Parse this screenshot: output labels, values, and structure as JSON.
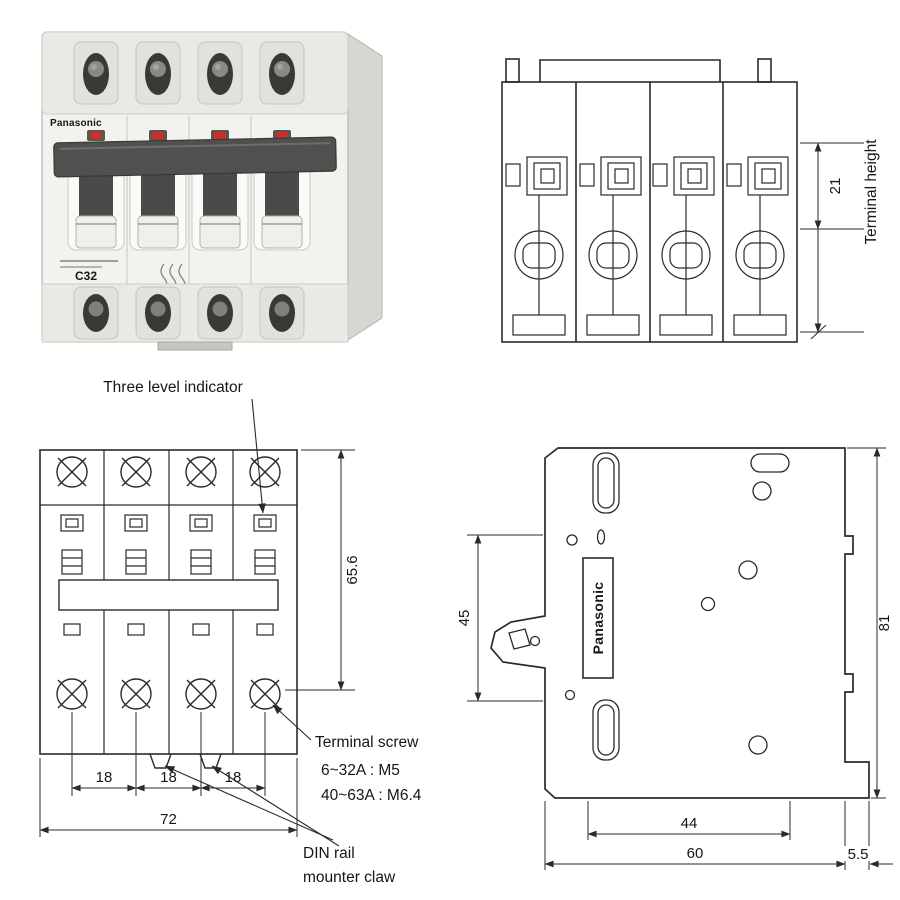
{
  "colors": {
    "line": "#2a2a2a",
    "brand_blue": "#1b5fae",
    "indicator_red": "#c9302b"
  },
  "product_photo": {
    "brand_logo": "Panasonic",
    "rating_marking": "C32"
  },
  "front_view": {
    "terminal_height_value": "21",
    "terminal_height_label": "Terminal height"
  },
  "top_view": {
    "three_level_indicator_label": "Three level indicator",
    "height_value": "65.6",
    "pole_pitch_value": "18",
    "total_width_value": "72",
    "terminal_screw_label": "Terminal screw",
    "terminal_screw_spec_line1": "6~32A : M5",
    "terminal_screw_spec_line2": "40~63A : M6.4",
    "din_claw_label_line1": "DIN rail",
    "din_claw_label_line2": "mounter claw"
  },
  "side_view": {
    "brand_label": "Panasonic",
    "claw_region_height_value": "45",
    "overall_height_value": "81",
    "inner_depth_value": "44",
    "depth_value": "60",
    "rear_tab_value": "5.5"
  }
}
